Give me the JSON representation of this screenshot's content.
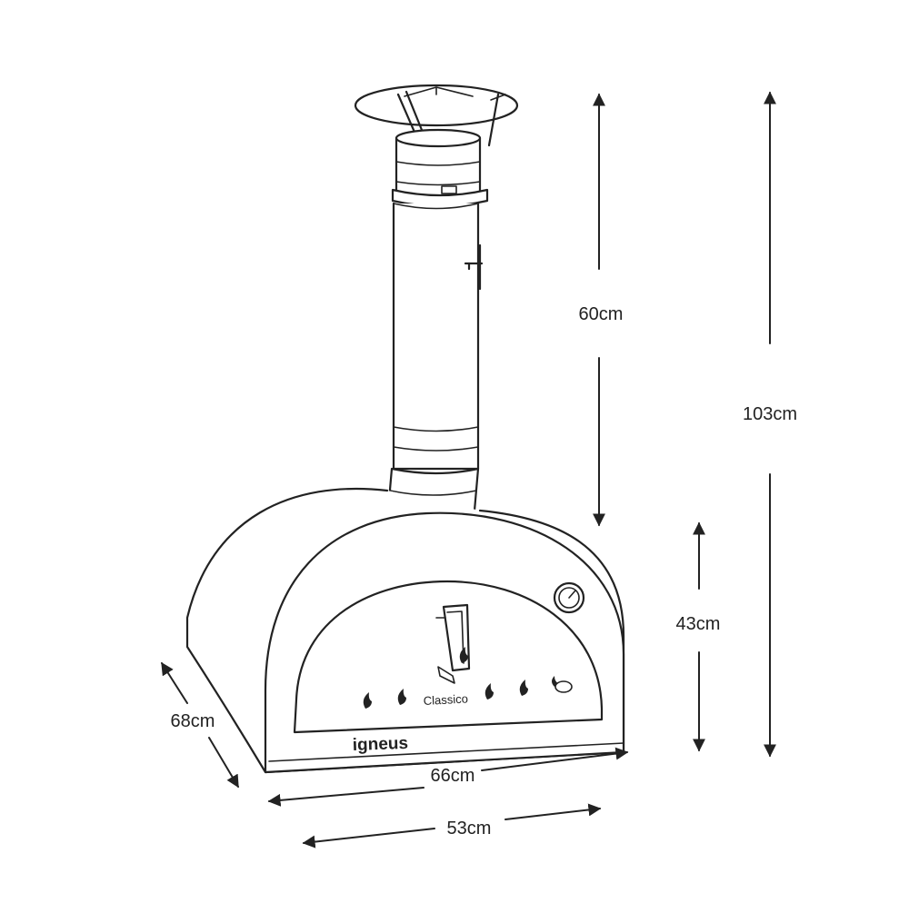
{
  "oven": {
    "brand": "igneus",
    "model": "Classico"
  },
  "dimensions": {
    "flue_height": "60cm",
    "total_height": "103cm",
    "body_height": "43cm",
    "depth": "68cm",
    "outer_width": "66cm",
    "inner_width": "53cm"
  }
}
